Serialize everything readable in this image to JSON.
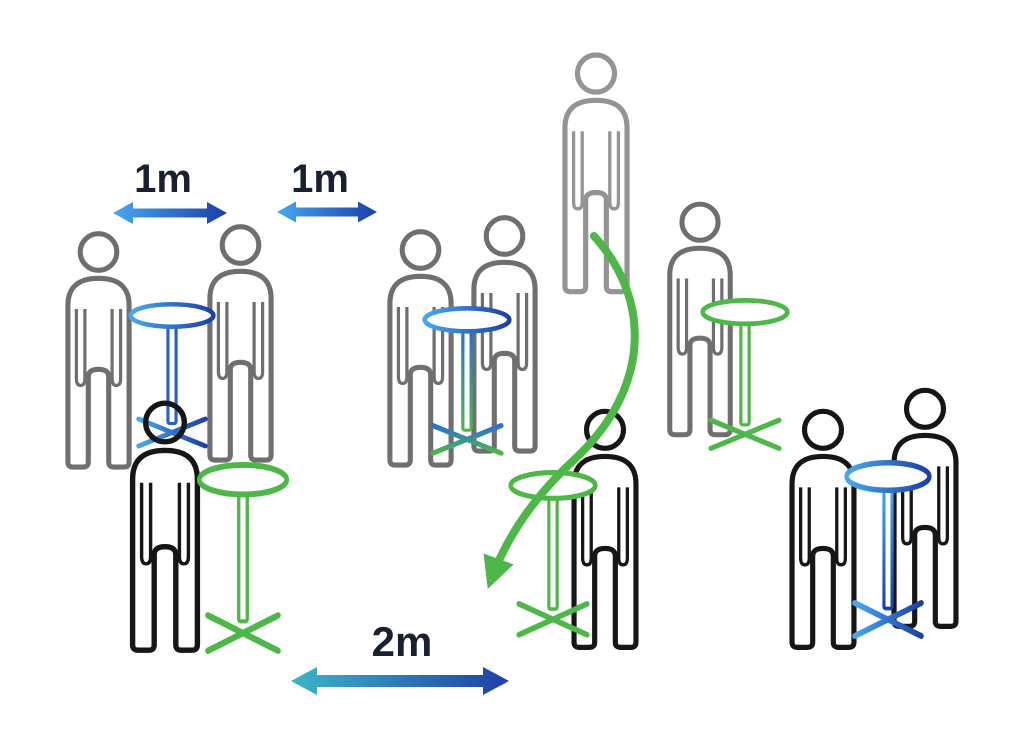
{
  "illustration": {
    "name": "social-distancing-standing-tables-diagram",
    "labels": {
      "distance_1a": "1m",
      "distance_1b": "1m",
      "distance_2": "2m"
    },
    "colors": {
      "label_text": "#1a2030",
      "figure_gray": "#6f6f6f",
      "figure_light_gray": "#949494",
      "figure_black": "#161616",
      "green": "#4db848",
      "blue_light": "#46a8ef",
      "blue_mid": "#2563c9",
      "blue_dark": "#1d3fa6",
      "teal": "#3bb6c9",
      "background": "#ffffff"
    },
    "figures": [
      {
        "id": "left-pair-person-1",
        "style": "gray",
        "group": "left-table-pair"
      },
      {
        "id": "left-pair-person-2",
        "style": "gray",
        "group": "left-table-pair"
      },
      {
        "id": "lower-left-person",
        "style": "black",
        "group": "lower-left-table"
      },
      {
        "id": "middle-pair-person-1",
        "style": "gray",
        "group": "middle-table-pair"
      },
      {
        "id": "middle-pair-person-2",
        "style": "gray",
        "group": "middle-table-pair"
      },
      {
        "id": "top-walking-person",
        "style": "light-gray",
        "group": "moving"
      },
      {
        "id": "right-middle-person",
        "style": "gray",
        "group": "right-middle-table"
      },
      {
        "id": "center-bottom-person",
        "style": "black",
        "group": "center-bottom-table"
      },
      {
        "id": "right-pair-person-1",
        "style": "black",
        "group": "right-table-pair"
      },
      {
        "id": "right-pair-person-2",
        "style": "black",
        "group": "right-table-pair"
      }
    ],
    "tables": [
      {
        "id": "table-left-pair",
        "color": "blue-gradient"
      },
      {
        "id": "table-lower-left",
        "color": "green"
      },
      {
        "id": "table-middle-pair",
        "color": "blue-green-gradient"
      },
      {
        "id": "table-right-middle",
        "color": "green"
      },
      {
        "id": "table-center-bottom",
        "color": "green"
      },
      {
        "id": "table-right-pair",
        "color": "blue-gradient"
      }
    ],
    "annotations": [
      {
        "id": "movement-arrow",
        "shape": "curved",
        "color": "green"
      }
    ]
  }
}
